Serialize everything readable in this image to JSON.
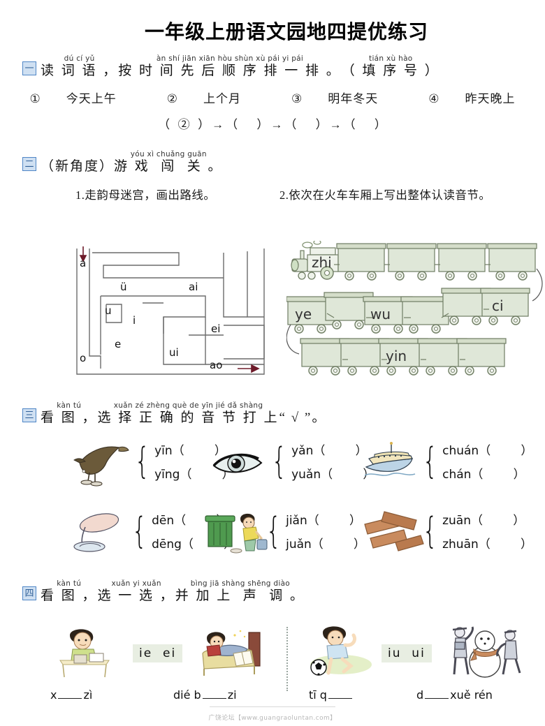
{
  "document": {
    "title": "一年级上册语文园地四提优练习",
    "footer_watermark": "广饶论坛【www.guangraoluntan.com】",
    "accent_color": "#4f86c6",
    "badge_fill": "#cfe0f2",
    "choice_box_color": "#e8eee2",
    "train_color": "#dfe7d8"
  },
  "exercise1": {
    "badge": "一",
    "pinyin_groups": [
      "dú",
      "cí",
      "yǔ",
      "àn",
      "shí",
      "jiān",
      "xiān",
      "hòu",
      "shùn",
      "xù",
      "pái",
      "yi",
      "pái",
      "tián",
      "xù",
      "hào"
    ],
    "pinyin_line_1": "dú  cí  yǔ",
    "pinyin_line_2": "àn shí jiān xiān hòu shùn xù pái yi pái",
    "pinyin_line_3": "tián xù hào",
    "text_1": "读 词 语 ，",
    "text_2": "按 时 间 先 后 顺 序 排 一 排 。",
    "text_3": "（ 填 序 号 ）",
    "words": [
      {
        "number": "①",
        "label": "今天上午"
      },
      {
        "number": "②",
        "label": "上个月"
      },
      {
        "number": "③",
        "label": "明年冬天"
      },
      {
        "number": "④",
        "label": "昨天晚上"
      }
    ],
    "answer_slots": [
      "②",
      "",
      "",
      ""
    ],
    "arrow": "→"
  },
  "exercise2": {
    "badge": "二",
    "prefix": "（新角度）",
    "pinyin_line": "yóu  xì  chuǎng  guān",
    "text": "游 戏  闯  关 。",
    "subtasks": [
      {
        "index": "1.",
        "label": "走韵母迷宫，画出路线。"
      },
      {
        "index": "2.",
        "label": "依次在火车车厢上写出整体认读音节。"
      }
    ],
    "maze": {
      "entry_label": "a",
      "exit_label": "ao",
      "letters": [
        "a",
        "ü",
        "ai",
        "u",
        "i",
        "ei",
        "e",
        "o",
        "ui",
        "ao"
      ],
      "entry_arrow": "↓",
      "exit_arrow": "→"
    },
    "train": {
      "rows": [
        {
          "cars": [
            "zhi",
            "",
            "",
            "",
            ""
          ]
        },
        {
          "cars": [
            "ye",
            "",
            "wu",
            "",
            "",
            "ci"
          ]
        },
        {
          "cars": [
            "",
            "",
            "yin",
            "",
            ""
          ]
        }
      ],
      "filled_labels": [
        "zhi",
        "ye",
        "wu",
        "ci",
        "yin"
      ]
    }
  },
  "exercise3": {
    "badge": "三",
    "pinyin_line_1": "kàn tú",
    "pinyin_line_2": "xuǎn zé zhèng què de yīn jié dǎ shàng",
    "text_1": "看 图 ，",
    "text_2": "选 择 正 确 的 音 节 打 上",
    "text_3": "“ √ ”。",
    "items": [
      {
        "picture": "eagle-icon",
        "options": [
          {
            "syllable": "yīn",
            "paren": "（        ）"
          },
          {
            "syllable": "yīng",
            "paren": "（        ）"
          }
        ]
      },
      {
        "picture": "eye-icon",
        "options": [
          {
            "syllable": "yǎn",
            "paren": "（        ）"
          },
          {
            "syllable": "yuǎn",
            "paren": "（        ）"
          }
        ]
      },
      {
        "picture": "ship-icon",
        "options": [
          {
            "syllable": "chuán",
            "paren": "（        ）"
          },
          {
            "syllable": "chán",
            "paren": "（        ）"
          }
        ]
      },
      {
        "picture": "lamp-icon",
        "options": [
          {
            "syllable": "dēn",
            "paren": "（        ）"
          },
          {
            "syllable": "dēng",
            "paren": "（        ）"
          }
        ]
      },
      {
        "picture": "trash-boy-icon",
        "options": [
          {
            "syllable": "jiǎn",
            "paren": "（        ）"
          },
          {
            "syllable": "juǎn",
            "paren": "（        ）"
          }
        ]
      },
      {
        "picture": "bricks-icon",
        "options": [
          {
            "syllable": "zuān",
            "paren": "（        ）"
          },
          {
            "syllable": "zhuān",
            "paren": "（        ）"
          }
        ]
      }
    ]
  },
  "exercise4": {
    "badge": "四",
    "pinyin_line_1": "kàn tú",
    "pinyin_line_2": "xuǎn yi xuǎn",
    "pinyin_line_3": "bìng jiā shàng shēng diào",
    "text_1": "看 图 ，",
    "text_2": "选 一 选 ，",
    "text_3": "并 加 上  声  调 。",
    "choice_boxes": [
      "ie  ei",
      "iu  ui"
    ],
    "cells": [
      {
        "picture": "boy-writing-icon",
        "answer_before": "x",
        "answer_after": "zì"
      },
      {
        "picture": "boy-bed-icon",
        "answer_before": "dié b",
        "answer_after": "zi"
      },
      {
        "picture": "boy-soccer-icon",
        "answer_before": "tī q",
        "answer_after": ""
      },
      {
        "picture": "snowman-icon",
        "answer_before": "d",
        "answer_after": "xuě rén"
      }
    ]
  }
}
